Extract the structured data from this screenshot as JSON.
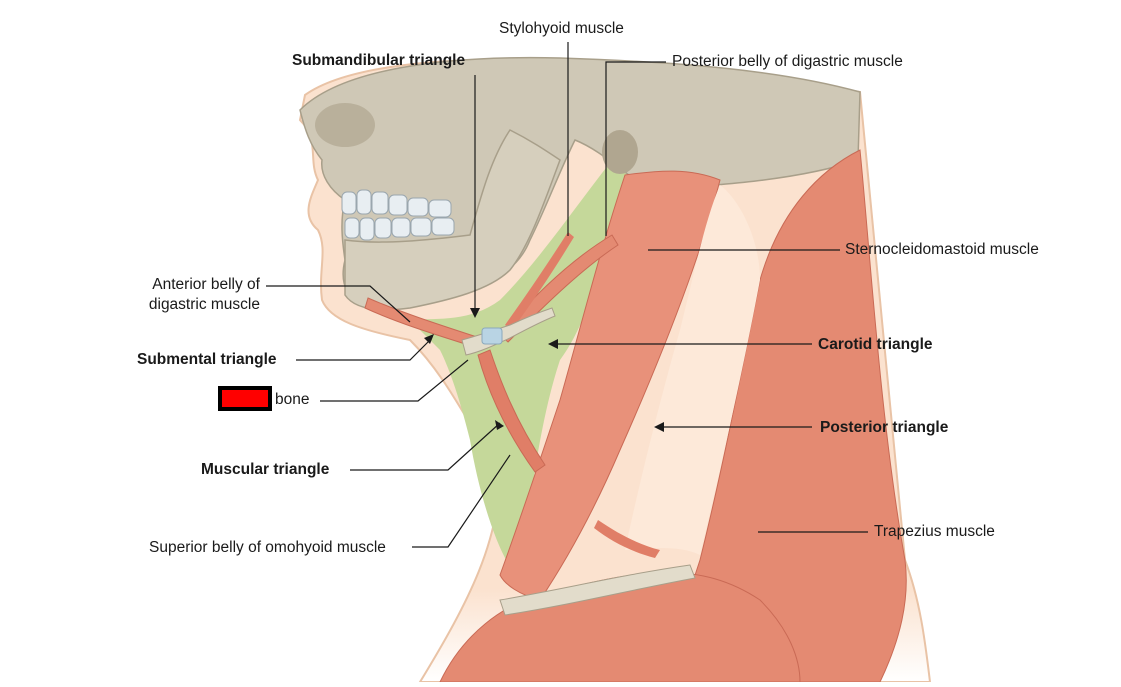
{
  "labels": {
    "stylohyoid": "Stylohyoid muscle",
    "posterior_digastric": "Posterior belly of digastric muscle",
    "submandibular": "Submandibular triangle",
    "sternocleidomastoid": "Sternocleidomastoid muscle",
    "anterior_digastric_1": "Anterior belly of",
    "anterior_digastric_2": "digastric muscle",
    "submental": "Submental triangle",
    "carotid": "Carotid triangle",
    "bone": "bone",
    "posterior_triangle": "Posterior triangle",
    "muscular": "Muscular triangle",
    "trapezius": "Trapezius muscle",
    "omohyoid": "Superior belly of omohyoid muscle"
  },
  "colors": {
    "skin": "#fbe2cf",
    "skin_outline": "#e9c3a6",
    "bone": "#cfc8b6",
    "bone_shadow": "#a89f8a",
    "muscle": "#e48a72",
    "muscle_dark": "#c96a55",
    "triangle_green": "#c5d89a",
    "tooth": "#e8eef2",
    "redaction": "#ff0000"
  },
  "icons": {
    "redaction": "redaction-box-icon"
  }
}
